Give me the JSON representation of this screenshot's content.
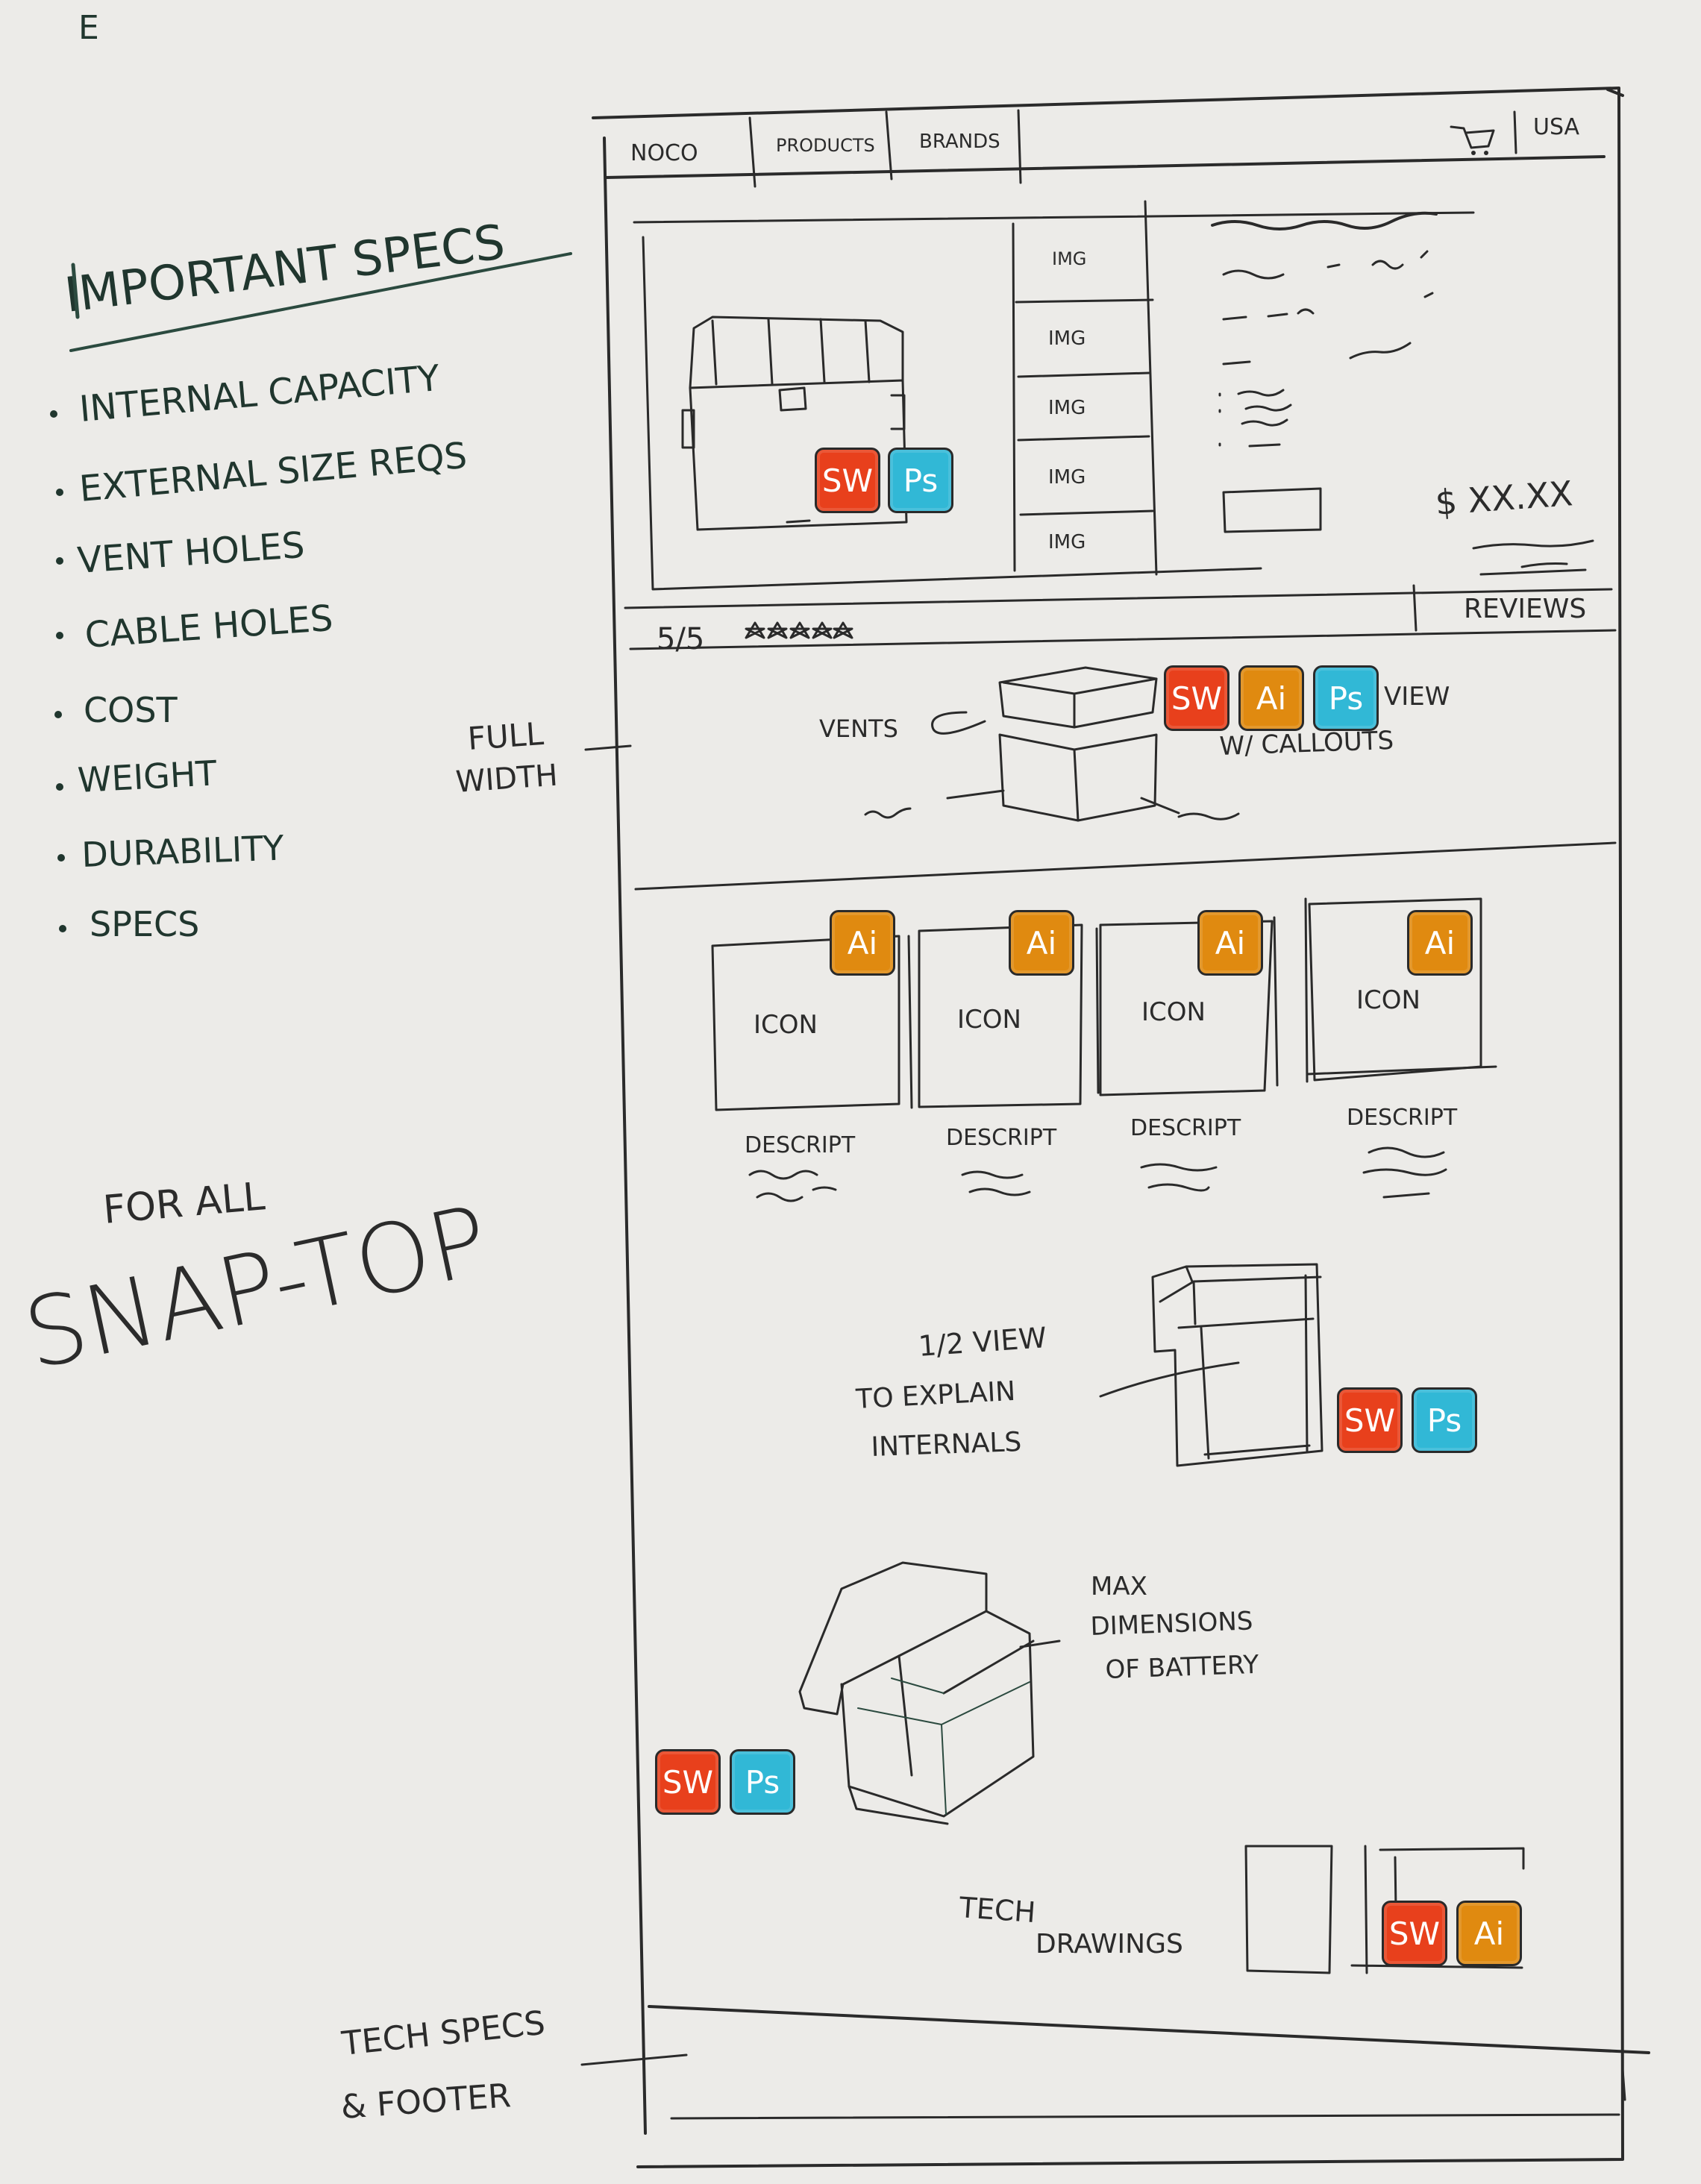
{
  "colors": {
    "paper": "#ecebe8",
    "ink": "#2a2a2a",
    "green_ink": "#20362e",
    "solidworks": "#e8401c",
    "illustrator": "#e08a10",
    "photoshop": "#31b8d6"
  },
  "corner_mark": "E",
  "specs": {
    "heading": "IMPORTANT SPECS",
    "items": [
      "INTERNAL CAPACITY",
      "EXTERNAL SIZE REQS",
      "VENT HOLES",
      "CABLE HOLES",
      "COST",
      "WEIGHT",
      "DURABILITY",
      "SPECS"
    ]
  },
  "notes": {
    "full_width": [
      "FULL",
      "WIDTH"
    ],
    "for_all": "FOR ALL",
    "snap_top": "SNAP-TOP",
    "tech_specs_footer": [
      "TECH SPECS",
      "& FOOTER"
    ]
  },
  "nav": {
    "brand": "NOCO",
    "products": "PRODUCTS",
    "brands": "BRANDS",
    "cart_icon": "cart-icon",
    "region": "USA"
  },
  "hero": {
    "thumbs": [
      "IMG",
      "IMG",
      "IMG",
      "IMG",
      "IMG"
    ],
    "price": "$ XX.XX",
    "reviews": "REVIEWS",
    "rating": "5/5"
  },
  "exploded": {
    "vents": "VENTS",
    "label": [
      "VIEW",
      "W/ CALLOUTS"
    ]
  },
  "features": {
    "items": [
      {
        "icon": "ICON",
        "desc": "DESCRIPT"
      },
      {
        "icon": "ICON",
        "desc": "DESCRIPT"
      },
      {
        "icon": "ICON",
        "desc": "DESCRIPT"
      },
      {
        "icon": "ICON",
        "desc": "DESCRIPT"
      }
    ]
  },
  "half_view": [
    "1/2 VIEW",
    "TO EXPLAIN",
    "INTERNALS"
  ],
  "battery": [
    "MAX",
    "DIMENSIONS",
    "OF BATTERY"
  ],
  "tech_drawings": [
    "TECH",
    "DRAWINGS"
  ],
  "badges": {
    "sw": "SW",
    "ai": "Ai",
    "ps": "Ps"
  }
}
